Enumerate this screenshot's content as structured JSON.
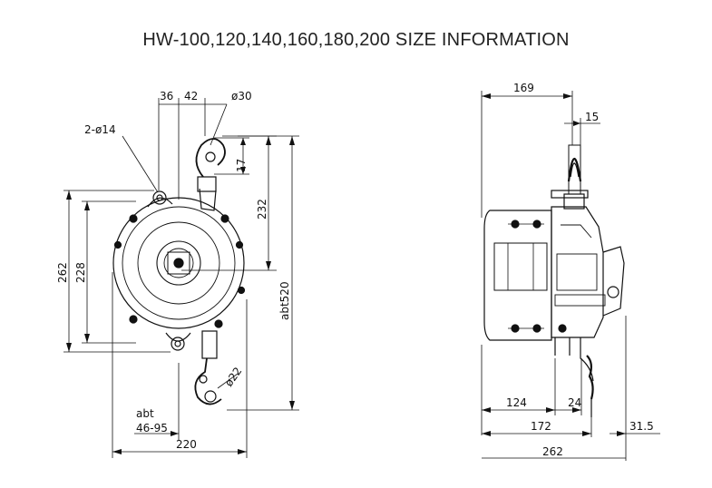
{
  "title": "HW-100,120,140,160,180,200 SIZE INFORMATION",
  "front_view": {
    "dim_36": "36",
    "dim_42": "42",
    "dim_dia30": "ø30",
    "dim_2dia14": "2-ø14",
    "dim_17": "17",
    "dim_232": "232",
    "dim_262": "262",
    "dim_228": "228",
    "dim_abt520": "abt520",
    "dim_dia22": "ø22",
    "dim_abt": "abt",
    "dim_46_95": "46-95",
    "dim_220": "220"
  },
  "side_view": {
    "dim_169": "169",
    "dim_15": "15",
    "dim_124": "124",
    "dim_24": "24",
    "dim_172": "172",
    "dim_31_5": "31.5",
    "dim_262": "262"
  }
}
